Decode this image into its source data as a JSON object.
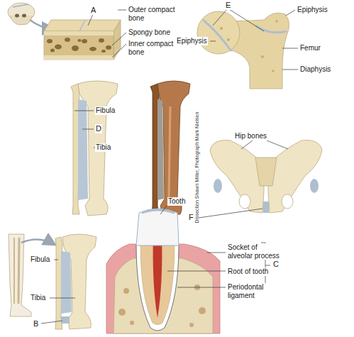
{
  "diagram": {
    "labels": [
      "A",
      "Outer compact bone",
      "Spongy bone",
      "Inner compact bone",
      "E",
      "Epiphysis",
      "Epiphysis",
      "Femur",
      "Diaphysis",
      "Fibula",
      "D",
      "Tibia",
      "Dissection Shawn Miller, Photograph Mark Nielsen",
      "Hip bones",
      "F",
      "Tooth",
      "Socket of alveolar process",
      "Root of tooth",
      "Periodontal ligament",
      "C",
      "Fibula",
      "Tibia",
      "B"
    ]
  }
}
